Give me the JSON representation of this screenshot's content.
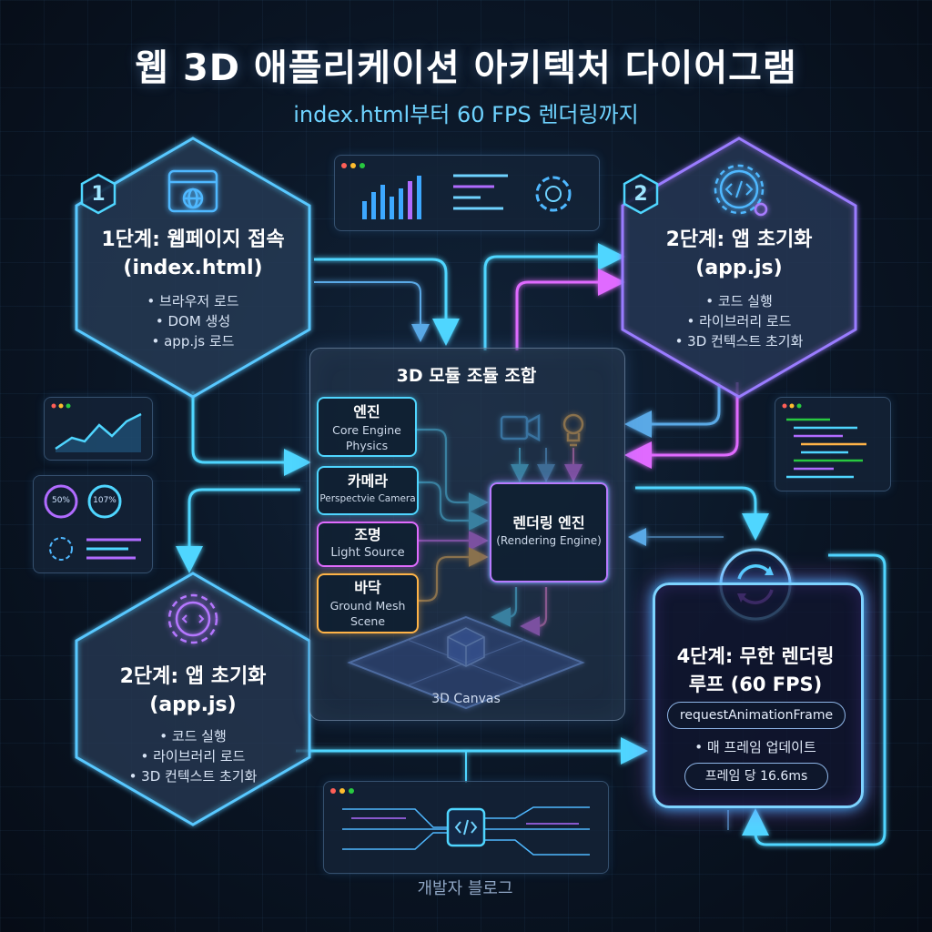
{
  "title": "웹 3D 애플리케이션 아키텍처 다이어그램",
  "subtitle": "index.html부터 60 FPS 렌더링까지",
  "steps": {
    "step1": {
      "badge": "1",
      "title_line1": "1단계: 웹페이지 접속",
      "title_line2": "(index.html)",
      "items": [
        "• 브라우저 로드",
        "• DOM 생성",
        "• app.js 로드"
      ]
    },
    "step2_top": {
      "badge": "2",
      "title_line1": "2단계: 앱 초기화",
      "title_line2": "(app.js)",
      "items": [
        "• 코드 실행",
        "• 라이브러리 로드",
        "• 3D 컨텍스트 초기화"
      ]
    },
    "step2_bottom": {
      "title_line1": "2단계: 앱 초기화",
      "title_line2": "(app.js)",
      "items": [
        "• 코드 실행",
        "• 라이브러리 로드",
        "• 3D 컨텍스트 초기화"
      ]
    },
    "step4": {
      "title_line1": "4단계: 무한 렌더링",
      "title_line2": "루프 (60 FPS)",
      "pill1": "requestAnimationFrame",
      "item": "• 매 프레임 업데이트",
      "pill2": "프레임 당 16.6ms"
    }
  },
  "center": {
    "title": "3D 모듈 조듈 조합",
    "modules": [
      {
        "title": "엔진",
        "sub1": "Core Engine",
        "sub2": "Physics"
      },
      {
        "title": "카메라",
        "sub1": "Perspectvie Camera",
        "sub2": ""
      },
      {
        "title": "조명",
        "sub1": "Light Source",
        "sub2": ""
      },
      {
        "title": "바닥",
        "sub1": "Ground Mesh",
        "sub2": "Scene"
      }
    ],
    "renderer": {
      "title": "렌더링 엔진",
      "sub": "(Rendering Engine)"
    },
    "canvas_label": "3D Canvas"
  },
  "decor": {
    "gauge1": "50%",
    "gauge2": "107%",
    "footer_label": "개발자 블로그"
  },
  "colors": {
    "cyan": "#4fd6ff",
    "blue": "#3a8dff",
    "magenta": "#e06bff",
    "orange": "#ffb347",
    "pink": "#ff7bd8"
  }
}
